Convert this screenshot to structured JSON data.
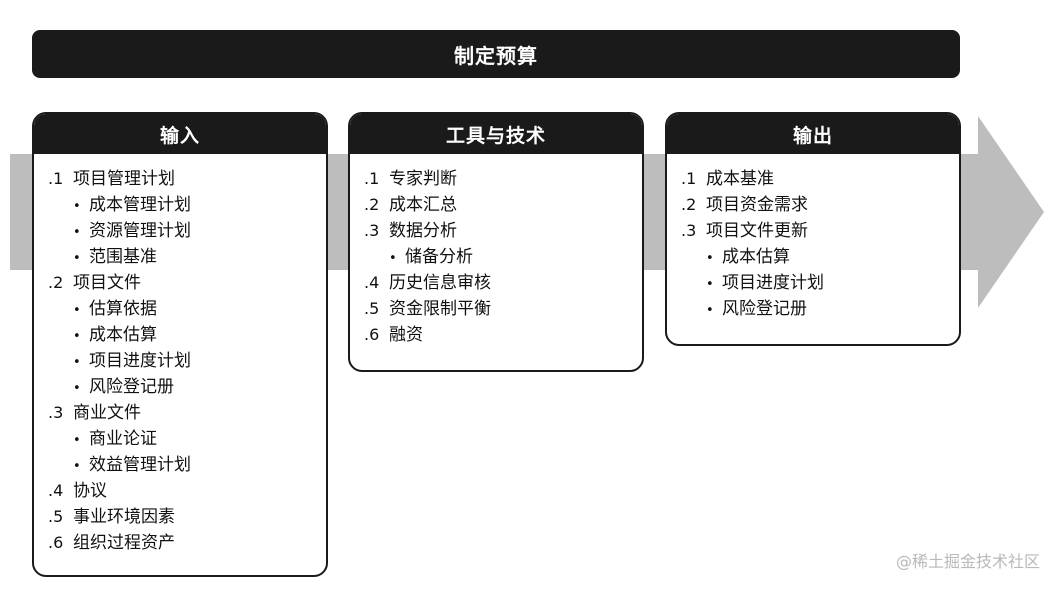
{
  "title": "制定预算",
  "colors": {
    "header_bg": "#1a1a1a",
    "arrow_fill": "#bdbdbd",
    "box_bg": "#ffffff",
    "watermark": "#b9b9b9"
  },
  "columns": [
    {
      "title": "输入",
      "items": [
        {
          "num": ".1",
          "label": "项目管理计划",
          "subs": [
            "成本管理计划",
            "资源管理计划",
            "范围基准"
          ]
        },
        {
          "num": ".2",
          "label": "项目文件",
          "subs": [
            "估算依据",
            "成本估算",
            "项目进度计划",
            "风险登记册"
          ]
        },
        {
          "num": ".3",
          "label": "商业文件",
          "subs": [
            "商业论证",
            "效益管理计划"
          ]
        },
        {
          "num": ".4",
          "label": "协议",
          "subs": []
        },
        {
          "num": ".5",
          "label": "事业环境因素",
          "subs": []
        },
        {
          "num": ".6",
          "label": "组织过程资产",
          "subs": []
        }
      ]
    },
    {
      "title": "工具与技术",
      "items": [
        {
          "num": ".1",
          "label": "专家判断",
          "subs": []
        },
        {
          "num": ".2",
          "label": "成本汇总",
          "subs": []
        },
        {
          "num": ".3",
          "label": "数据分析",
          "subs": [
            "储备分析"
          ]
        },
        {
          "num": ".4",
          "label": "历史信息审核",
          "subs": []
        },
        {
          "num": ".5",
          "label": "资金限制平衡",
          "subs": []
        },
        {
          "num": ".6",
          "label": "融资",
          "subs": []
        }
      ]
    },
    {
      "title": "输出",
      "items": [
        {
          "num": ".1",
          "label": "成本基准",
          "subs": []
        },
        {
          "num": ".2",
          "label": "项目资金需求",
          "subs": []
        },
        {
          "num": ".3",
          "label": "项目文件更新",
          "subs": [
            "成本估算",
            "项目进度计划",
            "风险登记册"
          ]
        }
      ]
    }
  ],
  "bullet": "•",
  "watermark": "@稀土掘金技术社区"
}
